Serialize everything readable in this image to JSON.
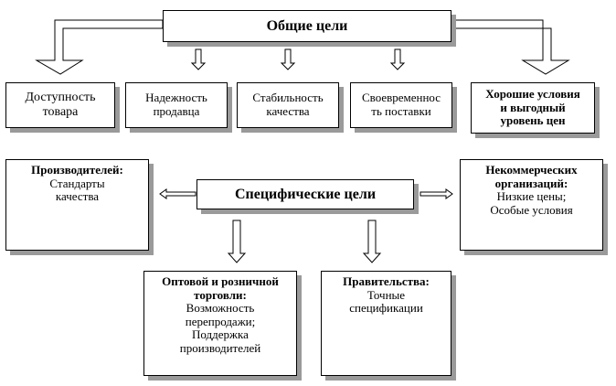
{
  "colors": {
    "border": "#000000",
    "shadow": "#9a9a9a",
    "background": "#ffffff",
    "arrow_fill": "#ffffff"
  },
  "general": {
    "title": "Общие цели",
    "goals": [
      {
        "lines": [
          "Доступность",
          "товара"
        ]
      },
      {
        "lines": [
          "Надежность",
          "продавца"
        ]
      },
      {
        "lines": [
          "Стабильность",
          "качества"
        ]
      },
      {
        "lines": [
          "Своевременнос",
          "ть поставки"
        ]
      },
      {
        "lines": [
          "Хорошие условия",
          "и выгодный",
          "уровень цен"
        ]
      }
    ]
  },
  "specific": {
    "title": "Специфические цели",
    "producers": {
      "heading": "Производителей:",
      "lines": [
        "Стандарты",
        "качества"
      ]
    },
    "nonprofits": {
      "heading_lines": [
        "Некоммерческих",
        "организаций:"
      ],
      "lines": [
        "Низкие цены;",
        "Особые условия"
      ]
    },
    "trade": {
      "heading_lines": [
        "Оптовой и розничной",
        "торговли:"
      ],
      "lines": [
        "Возможность",
        "перепродажи;",
        "Поддержка",
        "производителей"
      ]
    },
    "government": {
      "heading": "Правительства:",
      "lines": [
        "Точные",
        "спецификации"
      ]
    }
  }
}
